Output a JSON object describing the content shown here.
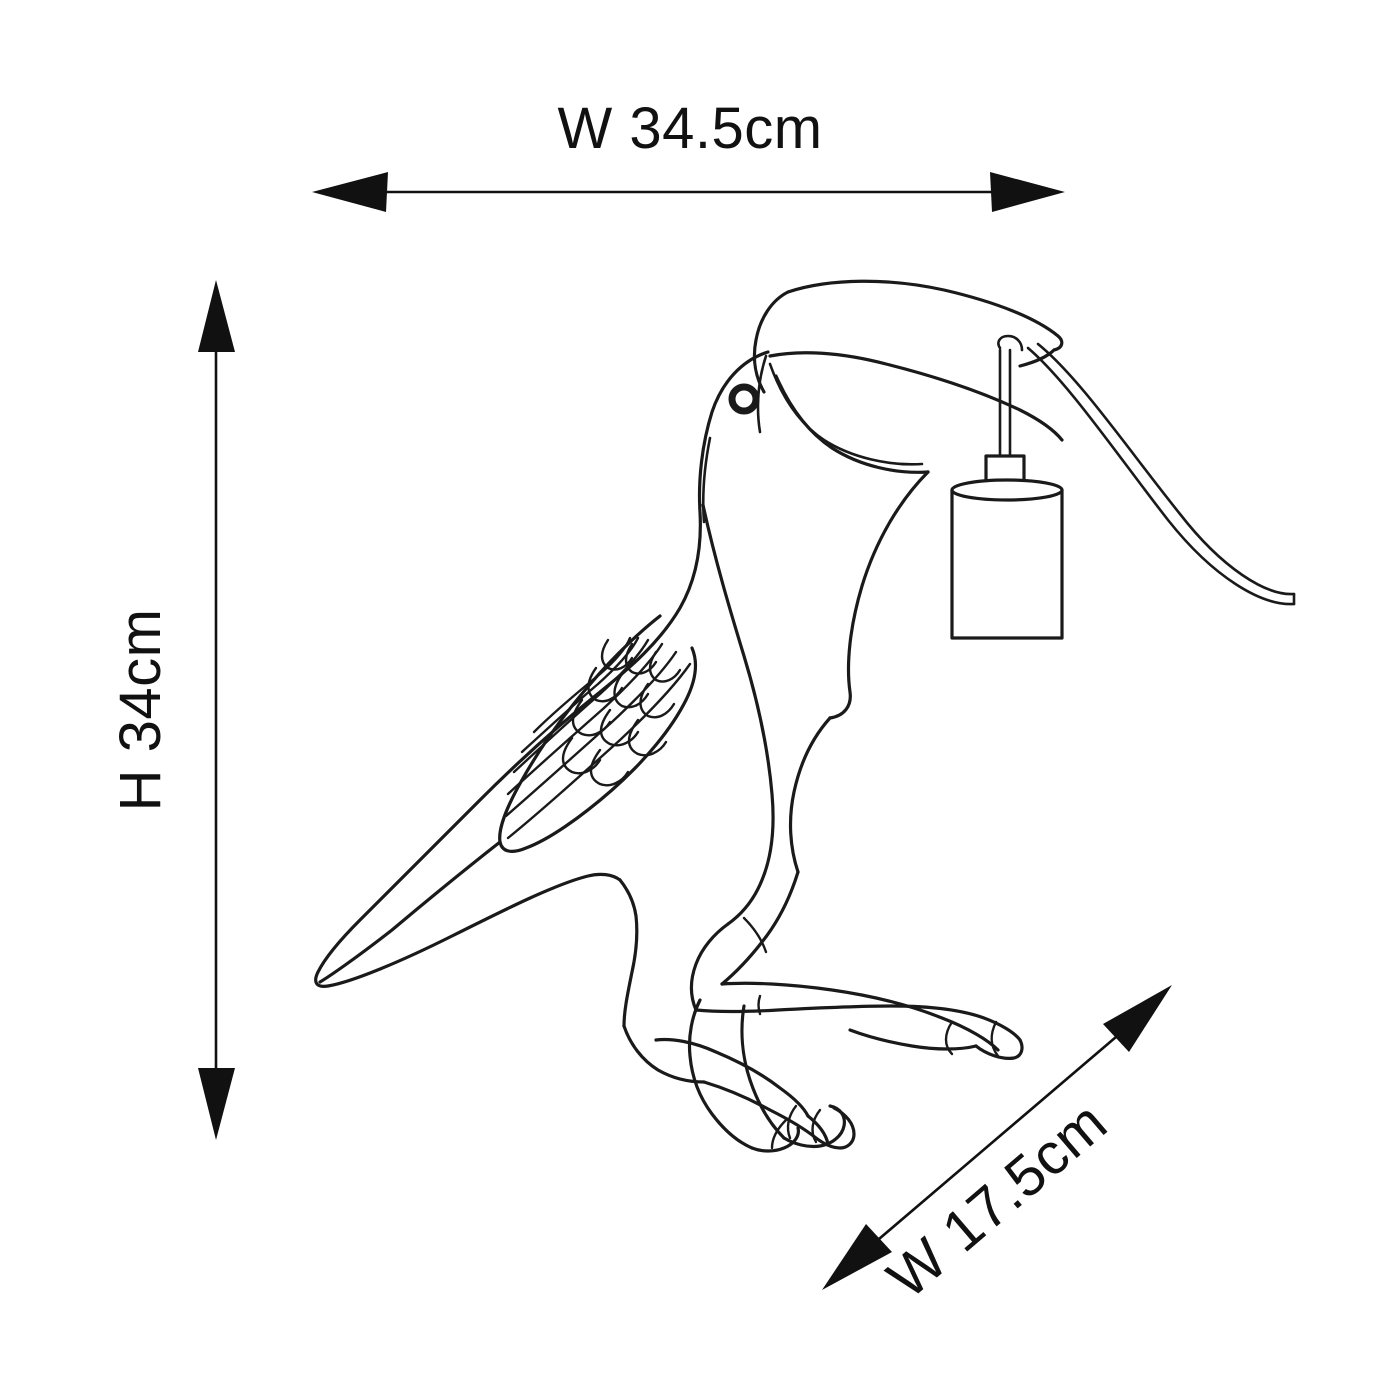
{
  "diagram": {
    "title": "Toucan bird lamp dimension drawing",
    "background_color": "#ffffff",
    "line_color": "#1a1a1a",
    "text_color": "#111111",
    "subject": "toucan-bird-lamp-line-drawing"
  },
  "dimensions": {
    "width": {
      "label": "W 34.5cm",
      "value": 34.5,
      "unit": "cm",
      "axis": "horizontal",
      "orientation": "top",
      "arrow_style": "double-headed"
    },
    "height": {
      "label": "H 34cm",
      "value": 34,
      "unit": "cm",
      "axis": "vertical",
      "orientation": "left",
      "arrow_style": "double-headed"
    },
    "depth": {
      "label": "W 17.5cm",
      "value": 17.5,
      "unit": "cm",
      "axis": "diagonal",
      "orientation": "bottom-right",
      "arrow_style": "double-headed"
    }
  },
  "product_parts": {
    "head": "toucan-head",
    "eye": "bird-eye",
    "beak": "toucan-beak",
    "body": "bird-body",
    "wing": "bird-wing-feathers",
    "tail": "bird-tail",
    "legs": "bird-legs",
    "feet": "bird-feet-claws",
    "lamp_socket": "lamp-socket-cylinder",
    "cord": "hanging-cord"
  }
}
